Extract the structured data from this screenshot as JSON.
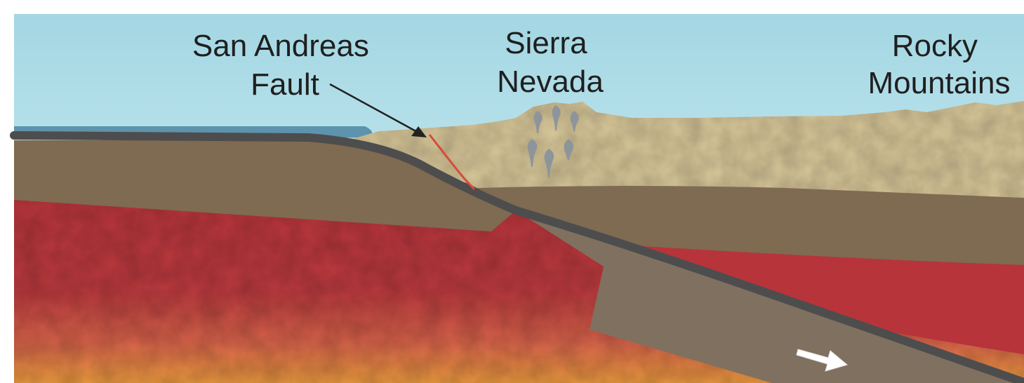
{
  "labels": {
    "san_andreas": [
      "San Andreas",
      "Fault"
    ],
    "sierra": [
      "Sierra",
      "Nevada"
    ],
    "rocky": [
      "Rocky",
      "Mountains"
    ]
  },
  "colors": {
    "sky": "#a9dbe6",
    "ocean": "#5d93ad",
    "crust": "#d9c89a",
    "lithosphere": "#7f6a52",
    "slab": "#4d4d4d",
    "asthenosphere": "#b7343b",
    "deep_mantle": "#e8823d",
    "fault": "#d84a3a",
    "magma": "#8d959b"
  },
  "icons": [
    "pointer-arrow-icon",
    "motion-arrow-icon"
  ]
}
